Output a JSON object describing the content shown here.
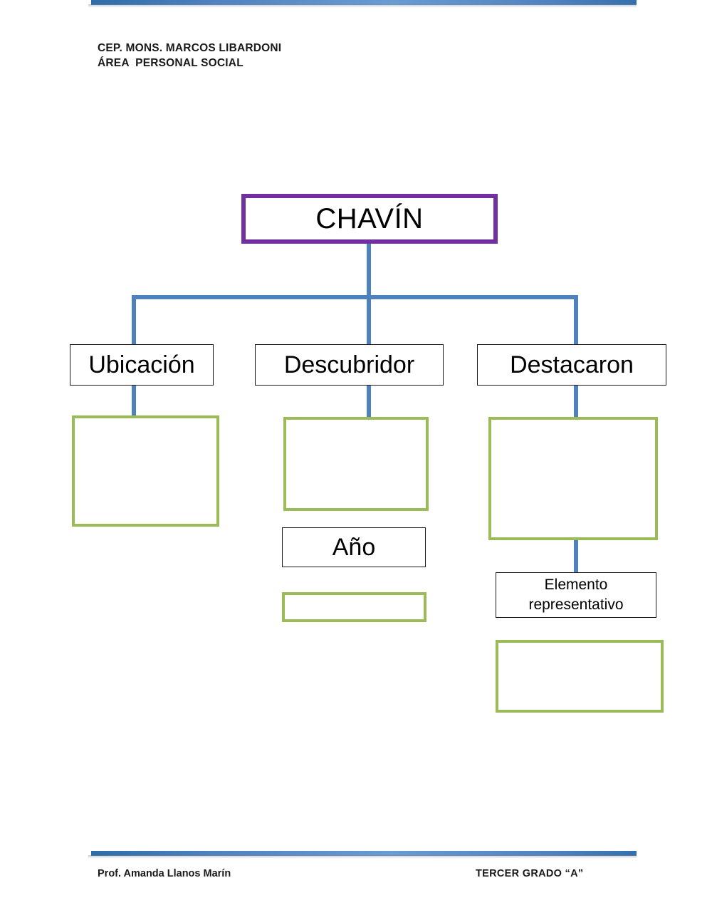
{
  "page": {
    "background": "#ffffff",
    "accent_blue": "#4f81bd",
    "accent_purple": "#7030a0",
    "accent_green": "#9bbb59"
  },
  "header": {
    "line1": "CEP. MONS. MARCOS LIBARDONI",
    "line2": "ÁREA  PERSONAL SOCIAL"
  },
  "diagram": {
    "root": {
      "label": "CHAVÍN"
    },
    "branches": [
      {
        "label": "Ubicación"
      },
      {
        "label": "Descubridor"
      },
      {
        "label": "Destacaron"
      }
    ],
    "sub_nodes": [
      {
        "label": "Año"
      },
      {
        "label": "Elemento\nrepresentativo"
      },
      {
        "label_line1": "Elemento",
        "label_line2": "representativo"
      }
    ],
    "blank_boxes": [
      {
        "id": "ubicacion-blank",
        "value": ""
      },
      {
        "id": "descubridor-blank",
        "value": ""
      },
      {
        "id": "ano-blank",
        "value": ""
      },
      {
        "id": "destacaron-blank",
        "value": ""
      },
      {
        "id": "elemento-blank",
        "value": ""
      }
    ]
  },
  "footer": {
    "left": "Prof. Amanda Llanos Marín",
    "right": "TERCER GRADO “A”"
  }
}
